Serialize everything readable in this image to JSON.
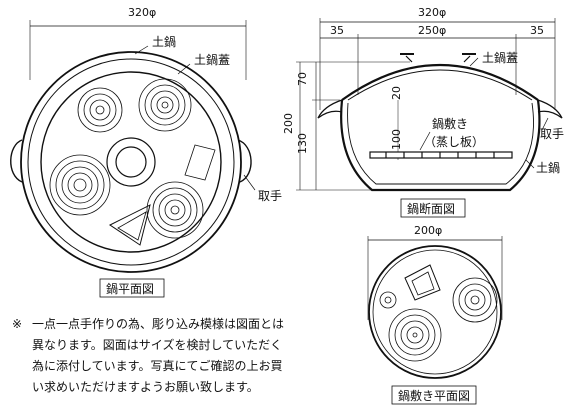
{
  "plan_view": {
    "diameter": "320φ",
    "lid_label": "土鍋",
    "cover_label": "土鍋蓋",
    "handle_label": "取手",
    "caption": "鍋平面図"
  },
  "section_view": {
    "diameter": "320φ",
    "dim_left": "35",
    "dim_center": "250φ",
    "dim_right": "35",
    "height_total": "200",
    "height_top": "70",
    "height_bottom": "130",
    "dim_20": "20",
    "dim_100": "100",
    "cover_label": "土鍋蓋",
    "shiki_label": "鍋敷き",
    "shiki_sub": "（蒸し板）",
    "handle_label": "取手",
    "pot_label": "土鍋",
    "caption": "鍋断面図"
  },
  "shiki_view": {
    "diameter": "200φ",
    "caption": "鍋敷き平面図"
  },
  "note": {
    "mark": "※",
    "line1": "一点一点手作りの為、彫り込み模様は図面とは",
    "line2": "異なります。図面はサイズを検討していただく",
    "line3": "為に添付しています。写真にてご確認の上お買",
    "line4": "い求めいただけますようお願い致します。"
  }
}
